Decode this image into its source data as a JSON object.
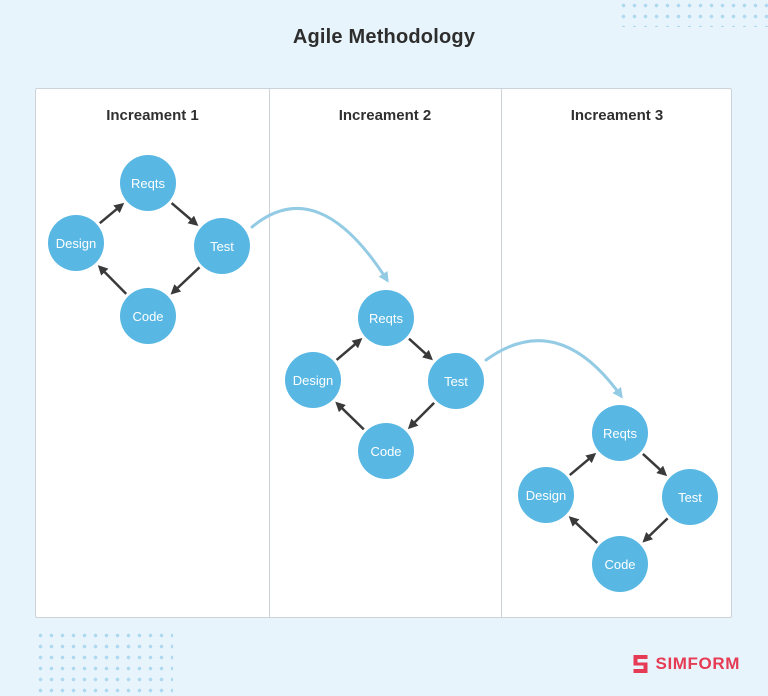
{
  "title": "Agile Methodology",
  "columns": [
    {
      "header": "Increament 1",
      "nodes": [
        "Reqts",
        "Test",
        "Code",
        "Design"
      ]
    },
    {
      "header": "Increament 2",
      "nodes": [
        "Reqts",
        "Test",
        "Code",
        "Design"
      ]
    },
    {
      "header": "Increament 3",
      "nodes": [
        "Reqts",
        "Test",
        "Code",
        "Design"
      ]
    }
  ],
  "cycle_flow": [
    "Design",
    "Reqts",
    "Test",
    "Code"
  ],
  "connectors": [
    {
      "from": "Increament 1 Test",
      "to": "Increament 2 Reqts"
    },
    {
      "from": "Increament 2 Test",
      "to": "Increament 3 Reqts"
    }
  ],
  "logo": {
    "text": "SIMFORM"
  },
  "colors": {
    "background": "#e8f4fb",
    "node": "#58b7e3",
    "cycle_arrow": "#3a3a3a",
    "connector_arrow": "#93cbe5",
    "logo": "#e63b54",
    "decor_dots": "#aed9ee"
  }
}
